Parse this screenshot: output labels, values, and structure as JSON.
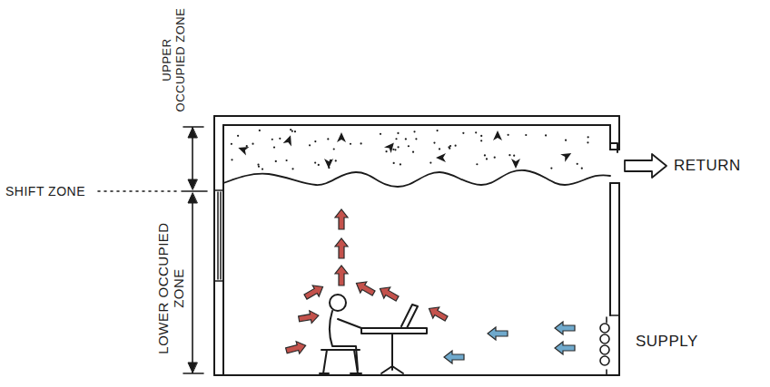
{
  "diagram": {
    "labels": [
      "UPPER OCCUPIED ZONE",
      "SHIFT ZONE",
      "LOWER OCCUPIED ZONE",
      "RETURN",
      "SUPPLY"
    ]
  }
}
